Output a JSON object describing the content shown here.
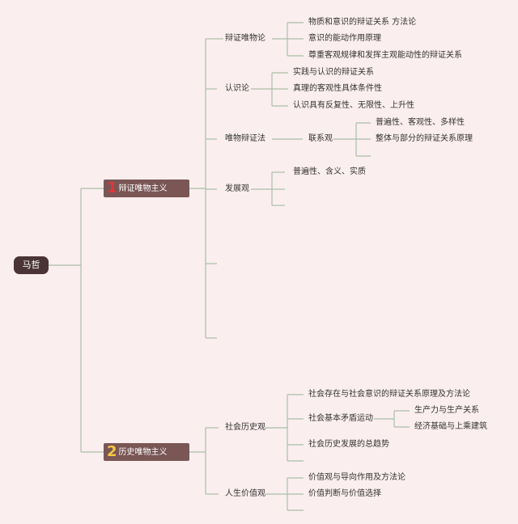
{
  "root": "马哲",
  "branch1": {
    "number": "1",
    "label": "辩证唯物主义",
    "dialectical_materialism": {
      "label": "辩证唯物论",
      "items": [
        "物质和意识的辩证关系 方法论",
        "意识的能动作用原理",
        "尊重客观规律和发挥主观能动性的辩证关系"
      ]
    },
    "epistemology": {
      "label": "认识论",
      "items": [
        "实践与认识的辩证关系",
        "真理的客观性具体条件性",
        "认识具有反复性、无限性、上升性"
      ]
    },
    "materialist_dialectics": {
      "label": "唯物辩证法",
      "connection_view": {
        "label": "联系观",
        "items": [
          "普遍性、客观性、多样性",
          "整体与部分的辩证关系原理"
        ]
      }
    },
    "development_view": {
      "label": "发展观",
      "items": [
        "普遍性、含义、实质"
      ]
    }
  },
  "branch2": {
    "number": "2",
    "label": "历史唯物主义",
    "social_history_view": {
      "label": "社会历史观",
      "items": [
        "社会存在与社会意识的辩证关系原理及方法论",
        "社会基本矛盾运动",
        "社会历史发展的总趋势"
      ],
      "basic_contradiction_items": [
        "生产力与生产关系",
        "经济基础与上乘建筑"
      ]
    },
    "life_value_view": {
      "label": "人生价值观",
      "items": [
        "价值观与导向作用及方法论",
        "价值判断与价值选择"
      ]
    }
  },
  "colors": {
    "background": "#fbeeee",
    "connector": "#a9bfa9",
    "root_fill": "#4a3435",
    "main_fill": "#7a5655",
    "number_1": "#e03538",
    "number_2": "#f6c843"
  }
}
